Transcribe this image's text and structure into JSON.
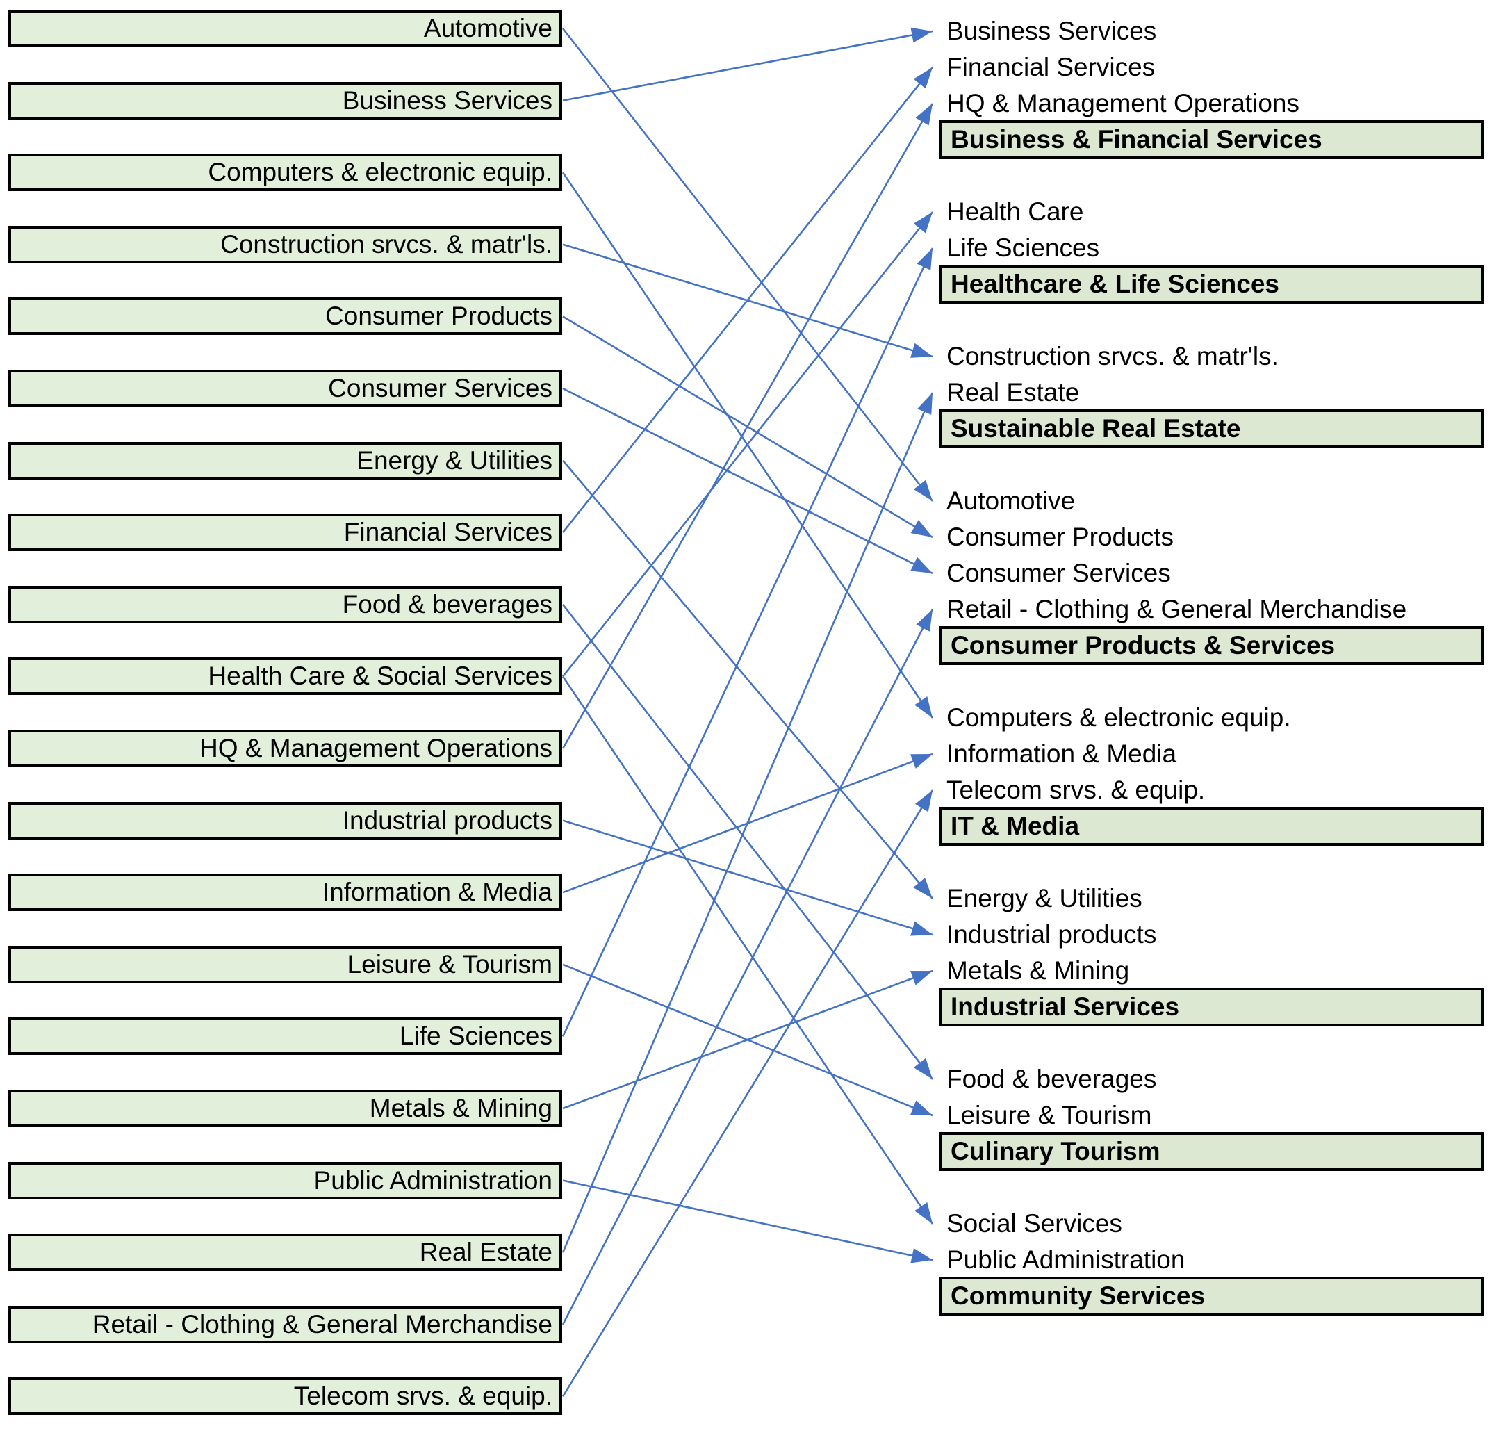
{
  "colors": {
    "left_box_fill": "#e2efda",
    "group_box_fill": "#dde8d3",
    "box_border": "#000000",
    "connector_blue": "#4472c4",
    "text": "#000000"
  },
  "left_sectors": [
    {
      "id": "automotive",
      "label": "Automotive"
    },
    {
      "id": "business_services",
      "label": "Business Services"
    },
    {
      "id": "computers",
      "label": "Computers & electronic equip."
    },
    {
      "id": "construction",
      "label": "Construction srvcs. & matr'ls."
    },
    {
      "id": "consumer_products",
      "label": "Consumer Products"
    },
    {
      "id": "consumer_services",
      "label": "Consumer Services"
    },
    {
      "id": "energy_utilities",
      "label": "Energy & Utilities"
    },
    {
      "id": "financial_services",
      "label": "Financial Services"
    },
    {
      "id": "food_beverages",
      "label": "Food & beverages"
    },
    {
      "id": "health_care_social_services",
      "label": "Health Care & Social Services"
    },
    {
      "id": "hq_management",
      "label": "HQ & Management Operations"
    },
    {
      "id": "industrial_products",
      "label": "Industrial products"
    },
    {
      "id": "information_media",
      "label": "Information & Media"
    },
    {
      "id": "leisure_tourism",
      "label": "Leisure & Tourism"
    },
    {
      "id": "life_sciences",
      "label": "Life Sciences"
    },
    {
      "id": "metals_mining",
      "label": "Metals & Mining"
    },
    {
      "id": "public_administration",
      "label": "Public Administration"
    },
    {
      "id": "real_estate",
      "label": "Real Estate"
    },
    {
      "id": "retail",
      "label": "Retail - Clothing & General Merchandise"
    },
    {
      "id": "telecom",
      "label": "Telecom srvs. & equip."
    }
  ],
  "right_groups": [
    {
      "group_label": "Business & Financial Services",
      "items": [
        {
          "id": "r_business_services",
          "label": "Business Services"
        },
        {
          "id": "r_financial_services",
          "label": "Financial Services"
        },
        {
          "id": "r_hq_management",
          "label": "HQ & Management Operations"
        }
      ]
    },
    {
      "group_label": "Healthcare & Life Sciences",
      "items": [
        {
          "id": "r_health_care",
          "label": "Health Care"
        },
        {
          "id": "r_life_sciences",
          "label": "Life Sciences"
        }
      ]
    },
    {
      "group_label": "Sustainable Real Estate",
      "items": [
        {
          "id": "r_construction",
          "label": "Construction srvcs. & matr'ls."
        },
        {
          "id": "r_real_estate",
          "label": "Real Estate"
        }
      ]
    },
    {
      "group_label": "Consumer Products & Services",
      "items": [
        {
          "id": "r_automotive",
          "label": "Automotive"
        },
        {
          "id": "r_consumer_products",
          "label": "Consumer Products"
        },
        {
          "id": "r_consumer_services",
          "label": "Consumer Services"
        },
        {
          "id": "r_retail",
          "label": "Retail - Clothing & General Merchandise"
        }
      ]
    },
    {
      "group_label": "IT & Media",
      "items": [
        {
          "id": "r_computers",
          "label": "Computers & electronic equip."
        },
        {
          "id": "r_information_media",
          "label": "Information & Media"
        },
        {
          "id": "r_telecom",
          "label": "Telecom srvs. & equip."
        }
      ]
    },
    {
      "group_label": "Industrial Services",
      "items": [
        {
          "id": "r_energy_utilities",
          "label": "Energy & Utilities"
        },
        {
          "id": "r_industrial_products",
          "label": "Industrial products"
        },
        {
          "id": "r_metals_mining",
          "label": "Metals & Mining"
        }
      ]
    },
    {
      "group_label": "Culinary Tourism",
      "items": [
        {
          "id": "r_food_beverages",
          "label": "Food & beverages"
        },
        {
          "id": "r_leisure_tourism",
          "label": "Leisure & Tourism"
        }
      ]
    },
    {
      "group_label": "Community Services",
      "items": [
        {
          "id": "r_social_services",
          "label": "Social Services"
        },
        {
          "id": "r_public_administration",
          "label": "Public Administration"
        }
      ]
    }
  ],
  "connections": [
    {
      "from": "automotive",
      "to": "r_automotive"
    },
    {
      "from": "business_services",
      "to": "r_business_services"
    },
    {
      "from": "computers",
      "to": "r_computers"
    },
    {
      "from": "construction",
      "to": "r_construction"
    },
    {
      "from": "consumer_products",
      "to": "r_consumer_products"
    },
    {
      "from": "consumer_services",
      "to": "r_consumer_services"
    },
    {
      "from": "energy_utilities",
      "to": "r_energy_utilities"
    },
    {
      "from": "financial_services",
      "to": "r_financial_services"
    },
    {
      "from": "food_beverages",
      "to": "r_food_beverages"
    },
    {
      "from": "health_care_social_services",
      "to": "r_health_care"
    },
    {
      "from": "health_care_social_services",
      "to": "r_social_services"
    },
    {
      "from": "hq_management",
      "to": "r_hq_management"
    },
    {
      "from": "industrial_products",
      "to": "r_industrial_products"
    },
    {
      "from": "information_media",
      "to": "r_information_media"
    },
    {
      "from": "leisure_tourism",
      "to": "r_leisure_tourism"
    },
    {
      "from": "life_sciences",
      "to": "r_life_sciences"
    },
    {
      "from": "metals_mining",
      "to": "r_metals_mining"
    },
    {
      "from": "public_administration",
      "to": "r_public_administration"
    },
    {
      "from": "real_estate",
      "to": "r_real_estate"
    },
    {
      "from": "retail",
      "to": "r_retail"
    },
    {
      "from": "telecom",
      "to": "r_telecom"
    }
  ]
}
